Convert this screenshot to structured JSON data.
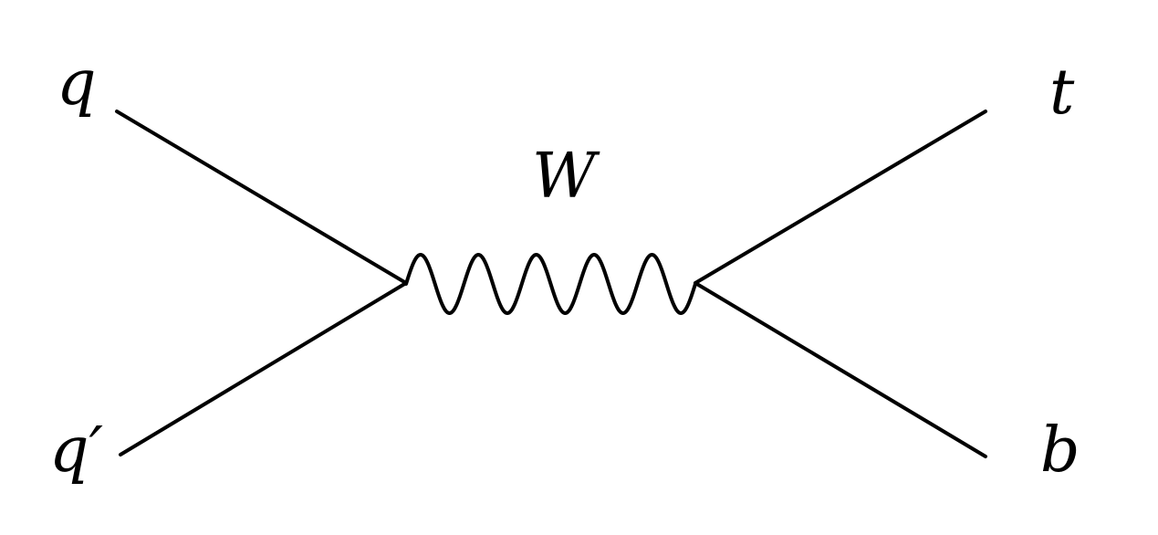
{
  "colors": {
    "line": "#000000",
    "background": "#ffffff"
  },
  "labels": {
    "q": "q",
    "q_prime": "q′",
    "boson": "W",
    "t": "t",
    "b": "b"
  }
}
